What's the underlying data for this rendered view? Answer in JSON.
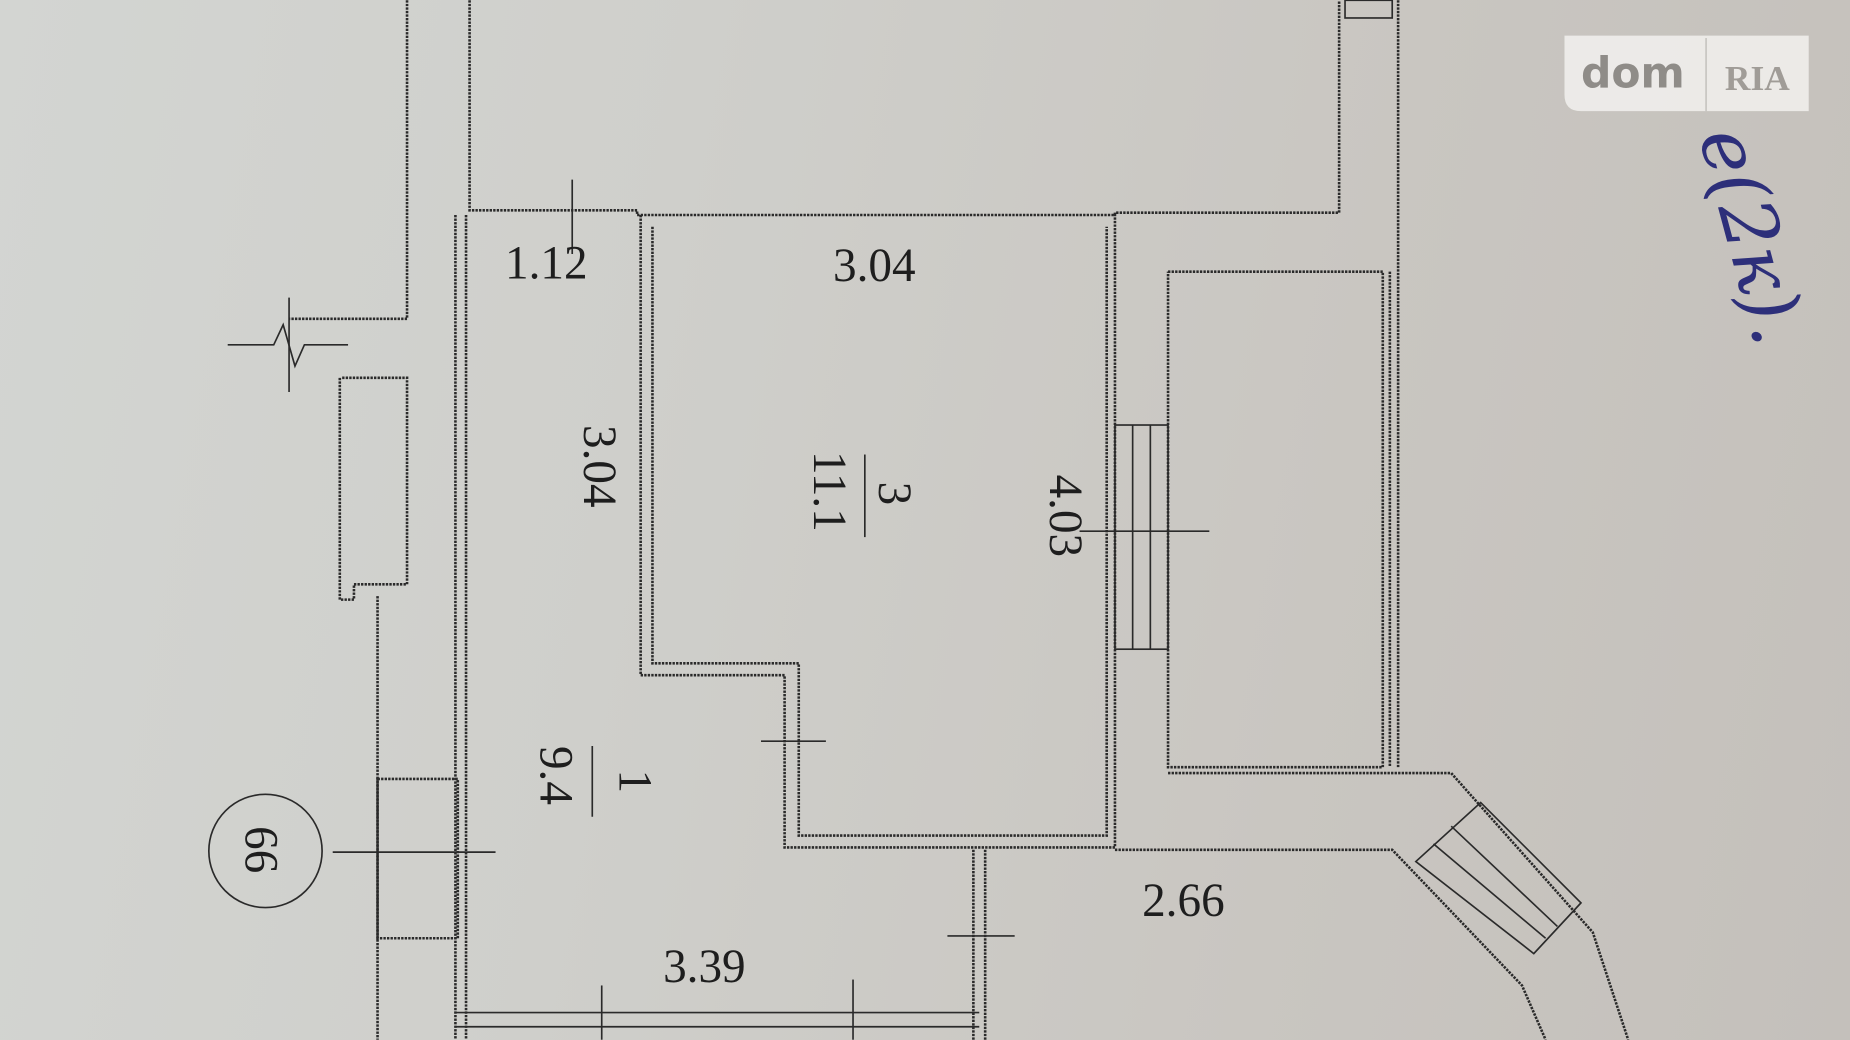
{
  "plan": {
    "rooms": [
      {
        "number": "3",
        "area": "11.1"
      },
      {
        "number": "1",
        "area": "9.4"
      }
    ],
    "dimensions": {
      "corridor_top": "1.12",
      "room3_top": "3.04",
      "room3_left": "3.04",
      "room3_right": "4.03",
      "bottom_left": "3.39",
      "bottom_right": "2.66"
    },
    "axis_marker": "66"
  },
  "handwritten_note": "е(2к).",
  "watermark": {
    "part1": "dom",
    "part2": "RIA"
  }
}
